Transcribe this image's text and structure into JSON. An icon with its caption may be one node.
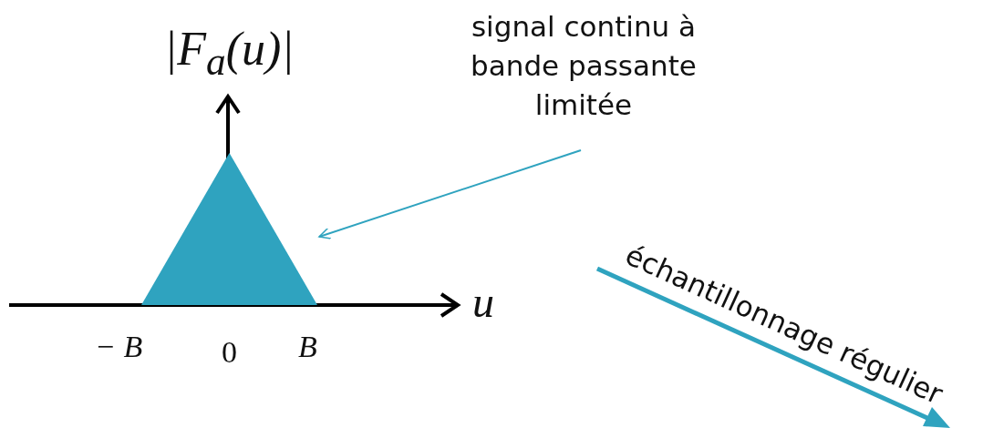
{
  "diagram": {
    "nodes": [
      {
        "text": [
          "signal continu à bande passante limitée"
        ]
      },
      {
        "text": [],
        "shape": "triangle"
      }
    ],
    "edges": [
      {
        "from": 0,
        "to": 1,
        "arrow": "to"
      }
    ],
    "labels": [
      "|F$_{a}$(u)|",
      "u",
      "− B",
      "0",
      "B",
      "échantillonnage régulier"
    ]
  }
}
